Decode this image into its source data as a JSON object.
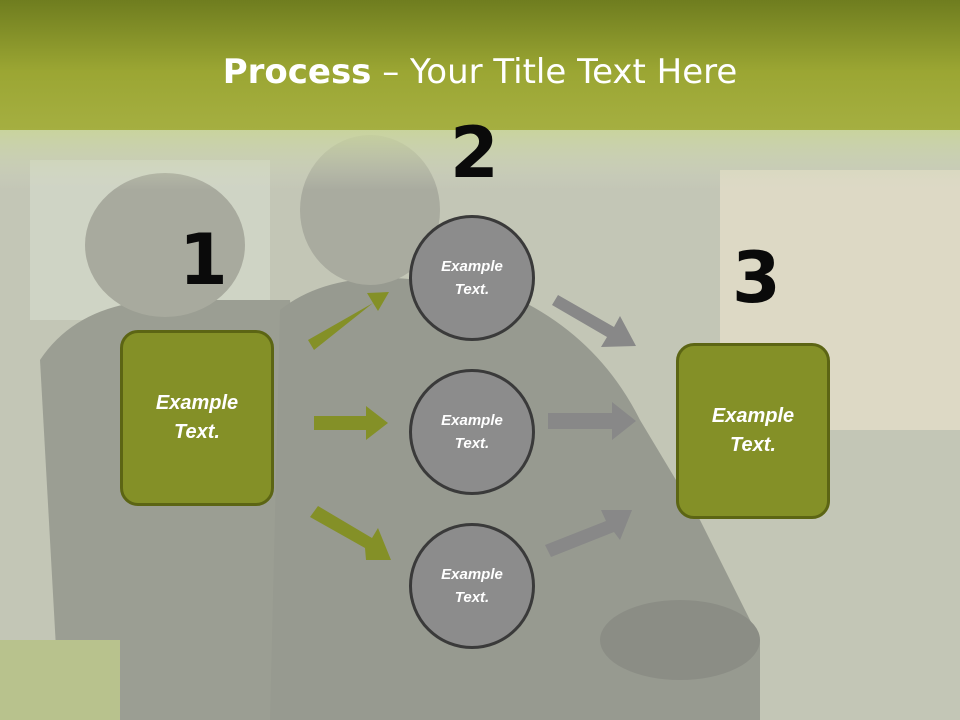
{
  "title": {
    "bold": "Process",
    "rest": " – Your Title Text Here"
  },
  "steps": [
    {
      "number": "1",
      "label": "Example\nText."
    },
    {
      "number": "2",
      "label": "Example\nText."
    },
    {
      "number": "3",
      "label": "Example\nText."
    }
  ],
  "middle_nodes": [
    {
      "label": "Example\nText."
    },
    {
      "label": "Example\nText."
    },
    {
      "label": "Example\nText."
    }
  ],
  "colors": {
    "green": "#849027",
    "green_dark": "#5c6514",
    "gray_node": "#8c8c8c",
    "gray_arrow": "#888888"
  }
}
